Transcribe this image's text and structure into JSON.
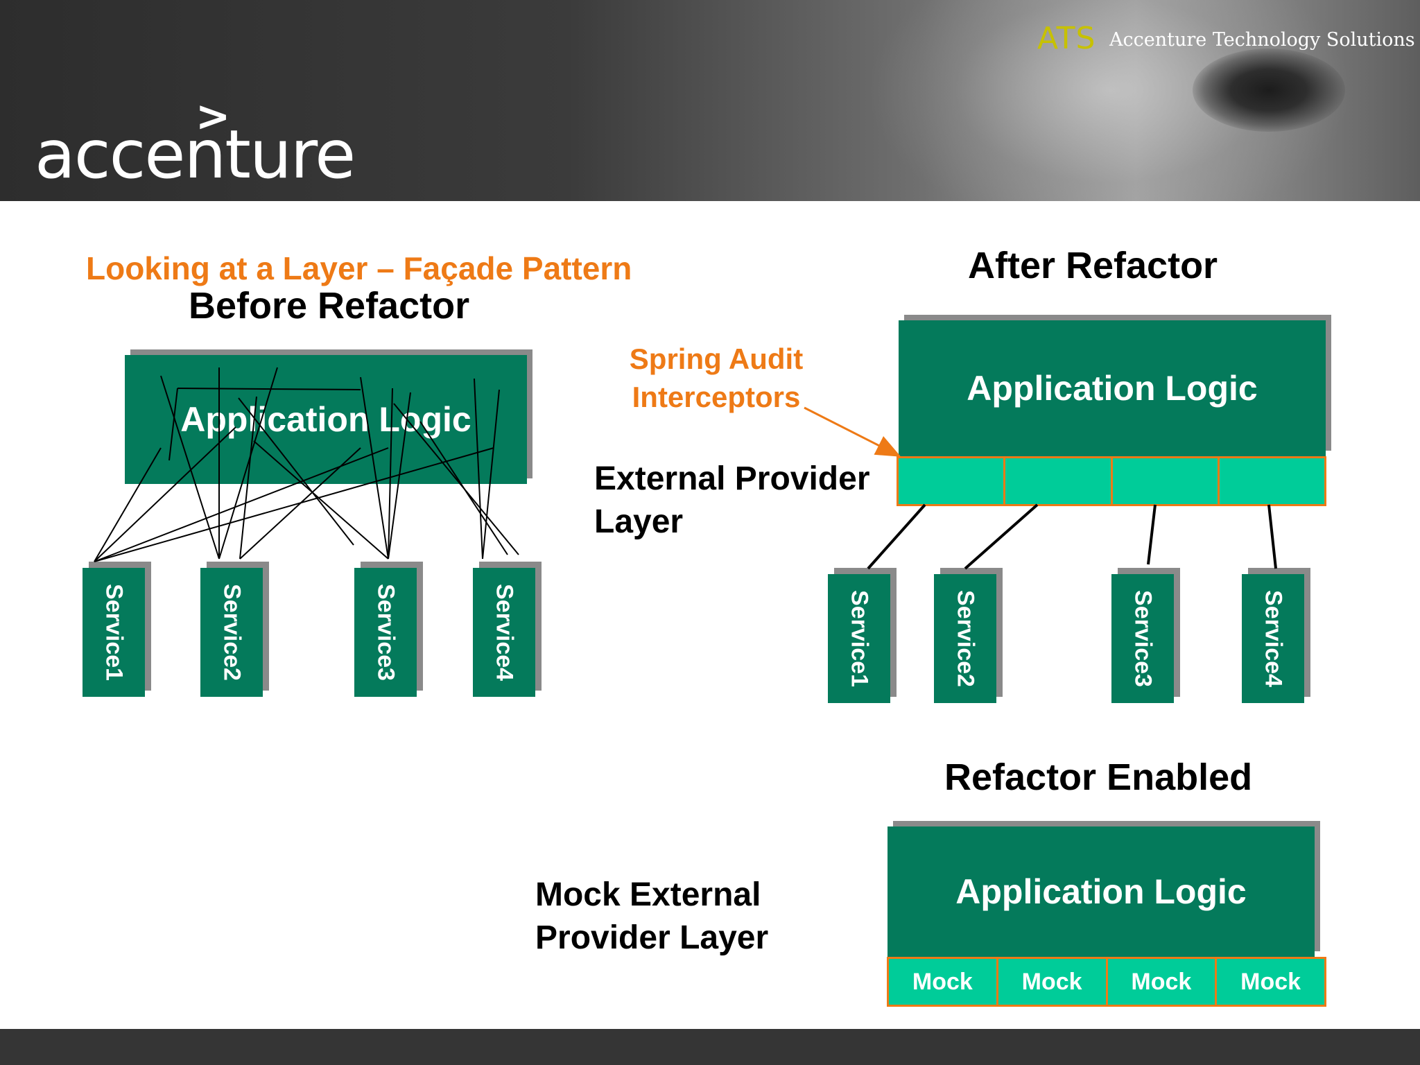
{
  "header": {
    "logo_text": "accenture",
    "logo_mark": ">",
    "ats_text": "ATS",
    "ats_subtitle": "Accenture Technology Solutions"
  },
  "slide": {
    "title": "Looking at a Layer – Façade Pattern",
    "before": {
      "heading": "Before Refactor",
      "app_logic": "Application Logic",
      "services": [
        "Service1",
        "Service2",
        "Service3",
        "Service4"
      ]
    },
    "after": {
      "heading": "After Refactor",
      "interceptor_note_line1": "Spring Audit",
      "interceptor_note_line2": "Interceptors",
      "provider_label_line1": "External Provider",
      "provider_label_line2": "Layer",
      "app_logic": "Application Logic",
      "services": [
        "Service1",
        "Service2",
        "Service3",
        "Service4"
      ]
    },
    "enabled": {
      "heading": "Refactor Enabled",
      "mock_label_line1": "Mock External",
      "mock_label_line2": "Provider Layer",
      "app_logic": "Application Logic",
      "mocks": [
        "Mock",
        "Mock",
        "Mock",
        "Mock"
      ]
    }
  },
  "colors": {
    "box_green": "#047a5b",
    "slot_green": "#00cc99",
    "accent_orange": "#ee7a16",
    "box_shadow_gray": "#8a8a8a"
  }
}
